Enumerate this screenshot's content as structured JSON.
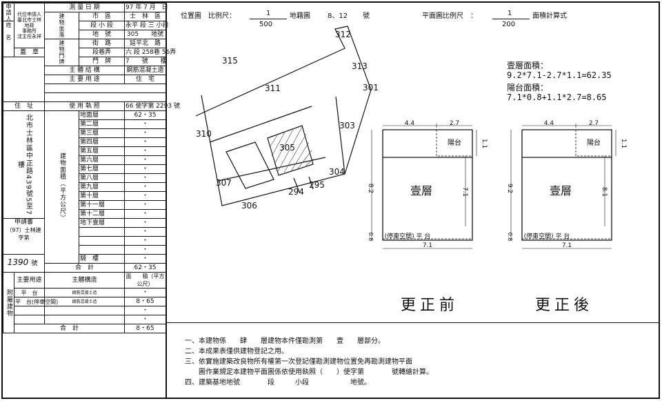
{
  "header": {
    "position_map_label": "位置圖　比例尺：",
    "position_scale_num": "1",
    "position_scale_den": "500",
    "cadastral_map_label": "地籍圖",
    "cadastral_map_nos": "8、12",
    "hao": "號",
    "floor_plan_label": "平面圖比例尺　：",
    "floor_scale_num": "1",
    "floor_scale_den": "200",
    "area_formula_label": "面積計算式"
  },
  "form": {
    "applicant_label": "申請人姓　名",
    "applicant_lines": [
      "代位申請人",
      "臺北市士林地政",
      "事務所",
      "沈主任永祥"
    ],
    "survey_date_label": "測 量 日 期",
    "survey_date": "97 年 7 月　日",
    "seal_label": "蓋　章",
    "loc_label": "建物坐落",
    "door_label": "建物門牌",
    "rows": [
      {
        "label": "市　區",
        "value": "士　林　區"
      },
      {
        "label": "段 小 段",
        "value": "永平 段 三 小段"
      },
      {
        "label": "地　號",
        "value": "305　　地號"
      },
      {
        "label": "街　路",
        "value": "延平北　路"
      },
      {
        "label": "段巷弄",
        "value": "六 段 258巷 56弄"
      },
      {
        "label": "門　牌",
        "value": "7　　號　　樓"
      }
    ],
    "structure_label": "主 體 結 構",
    "structure_value": "鋼筋混凝土造",
    "usage_label": "主 要 用 途",
    "usage_value": "住　宅",
    "address_label": "住　址",
    "license_label": "使 用 執 照",
    "license_value": "66 使字第 2293 號",
    "address_text": "北市士林區中正路439號5至7樓",
    "floor_area_label": "建物面積（平方公尺）",
    "floors": [
      {
        "name": "地面層",
        "area": "62・35"
      },
      {
        "name": "第二層",
        "area": "・"
      },
      {
        "name": "第三層",
        "area": "・"
      },
      {
        "name": "第四層",
        "area": "・"
      },
      {
        "name": "第五層",
        "area": "・"
      },
      {
        "name": "第六層",
        "area": "・"
      },
      {
        "name": "第七層",
        "area": "・"
      },
      {
        "name": "第八層",
        "area": "・"
      },
      {
        "name": "第九層",
        "area": "・"
      },
      {
        "name": "第十層",
        "area": "・"
      },
      {
        "name": "第十一層",
        "area": "・"
      },
      {
        "name": "第十二層",
        "area": "・"
      },
      {
        "name": "地下壹層",
        "area": "・"
      },
      {
        "name": "",
        "area": "・"
      },
      {
        "name": "",
        "area": "・"
      },
      {
        "name": "",
        "area": "・"
      },
      {
        "name": "騎　樓",
        "area": "・"
      },
      {
        "name": "合　計",
        "area": "62・35"
      }
    ],
    "application_label": "申請書",
    "application_text": "（97）士林建字第",
    "application_no": "1390",
    "hao": "號",
    "annex_label": "附屬建物",
    "annex_usage_label": "主要用途",
    "annex_structure_label": "主體構造",
    "annex_area_label": "面　　積（平方公尺）",
    "annex_rows": [
      {
        "usage": "平　台",
        "structure": "鋼筋混凝土造",
        "area": "・"
      },
      {
        "usage": "平　台(停車空間)",
        "structure": "鋼筋混凝土造",
        "area": "8・65"
      },
      {
        "usage": "",
        "structure": "",
        "area": "・"
      },
      {
        "usage": "",
        "structure": "",
        "area": "・"
      }
    ],
    "annex_total_label": "合　計",
    "annex_total": "8・65"
  },
  "position_map": {
    "parcels": [
      "315",
      "311",
      "312",
      "313",
      "301",
      "310",
      "305",
      "303",
      "307",
      "304",
      "295",
      "294",
      "306"
    ]
  },
  "calc": {
    "line1": "壹層面積：",
    "line2": "9.2*7.1-2.7*1.1=62.35",
    "line3": "陽台面積：",
    "line4": "7.1*0.8+1.1*2.7=8.65"
  },
  "plans": {
    "before": {
      "dim_top_a": "4.4",
      "dim_top_b": "2.7",
      "dim_right": "1.1",
      "dim_left": "8.2",
      "dim_inner": "7.1",
      "dim_bottom_left": "0.8",
      "dim_bottom": "7.1",
      "balcony": "陽台",
      "floor": "壹層",
      "platform": "(停車空間) 平 台",
      "caption": "更正前"
    },
    "after": {
      "dim_top_a": "4.4",
      "dim_top_b": "2.7",
      "dim_right": "1.1",
      "dim_left": "9.2",
      "dim_inner": "8.1",
      "dim_bottom_left": "0.8",
      "dim_bottom": "7.1",
      "balcony": "陽台",
      "floor": "壹層",
      "platform": "(停車空間) 平 台",
      "caption": "更正後"
    }
  },
  "notes": [
    "一、本建物係　　肆　　層建物本件僅勘測第　　壹　　層部分。",
    "二、本成果表僅供建物登記之用。",
    "三、依實施建築改良物所有權第一次登記僅勘測建物位置免再勘測建物平面",
    "　　圖作業規定本建物平面圖係依使用執照（　　）使字第　　　　號轉繪計算。",
    "四、建築基地地號　　　　段　　　小段　　　　　　地號。"
  ]
}
